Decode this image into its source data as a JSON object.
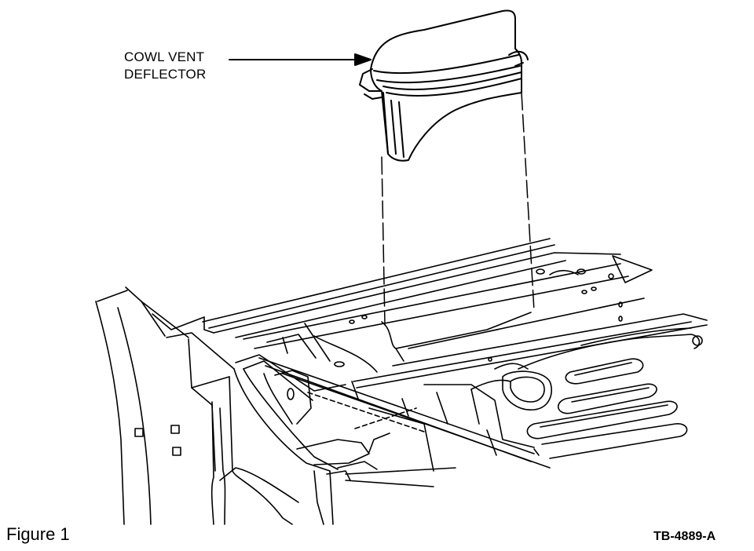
{
  "callout": {
    "line1": "COWL VENT",
    "line2": "DEFLECTOR"
  },
  "caption": "Figure 1",
  "figure_code": "TB-4889-A"
}
